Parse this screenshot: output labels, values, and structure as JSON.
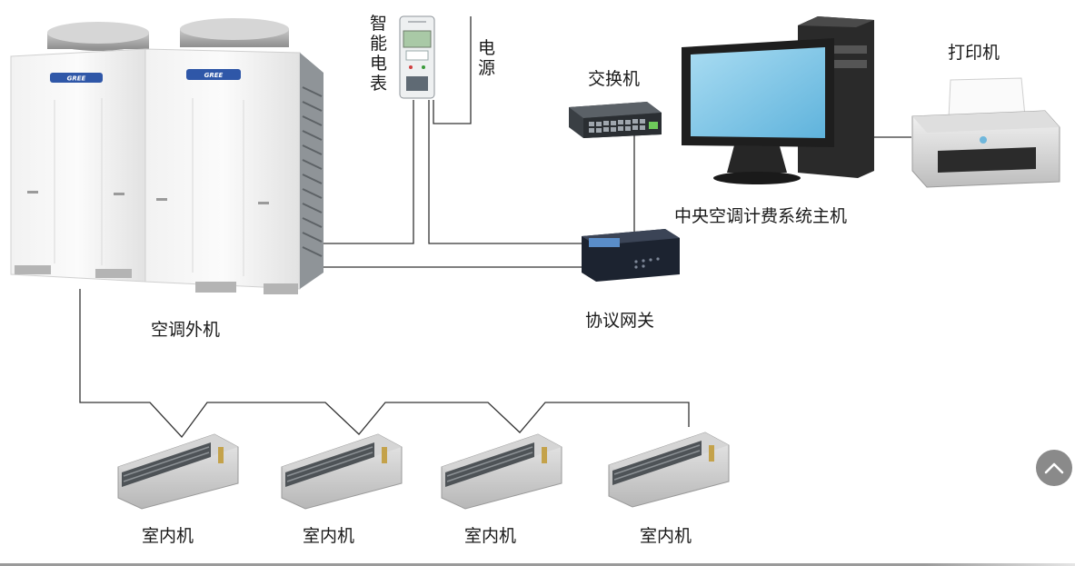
{
  "labels": {
    "outdoor_unit": "空调外机",
    "smart_meter": "智能电表",
    "power_supply": "电源",
    "switch": "交换机",
    "host": "中央空调计费系统主机",
    "printer": "打印机",
    "gateway": "协议网关",
    "indoor_unit": "室内机"
  },
  "brand_text": "GREE",
  "colors": {
    "line": "#333333",
    "monitor_screen": "#7fc6e6",
    "tower": "#2a2a2a",
    "scroll_button": "#8a8a8a"
  },
  "icons": {
    "scroll_top": "chevron-up-icon"
  }
}
